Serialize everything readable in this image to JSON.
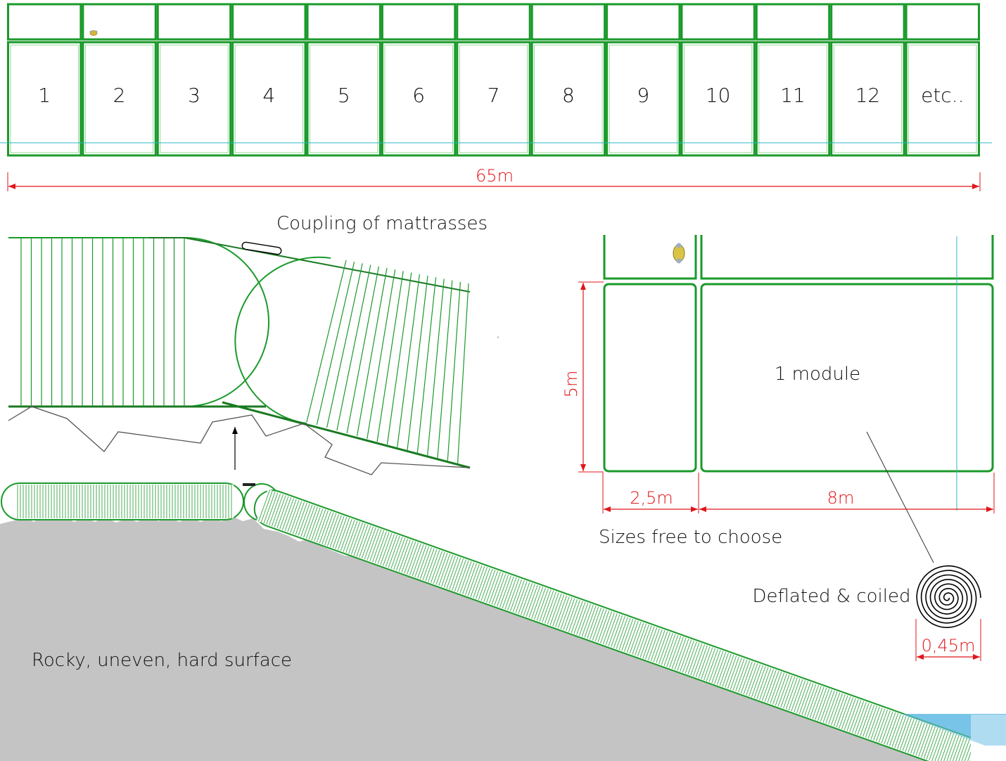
{
  "modules_row": {
    "labels": [
      "1",
      "2",
      "3",
      "4",
      "5",
      "6",
      "7",
      "8",
      "9",
      "10",
      "11",
      "12",
      "etc.."
    ],
    "total_length": "65m"
  },
  "coupling": {
    "title": "Coupling of mattrasses"
  },
  "module_detail": {
    "module_label": "1 module",
    "height_label": "5m",
    "narrow_width_label": "2,5m",
    "wide_width_label": "8m",
    "note": "Sizes free to choose"
  },
  "coil": {
    "label": "Deflated & coiled",
    "diameter_label": "0,45m"
  },
  "terrain": {
    "label": "Rocky, uneven, hard surface"
  },
  "colors": {
    "mattress": "#1a9a2a",
    "dimension": "#e0161b",
    "rock": "#c4c4c4",
    "water": "#6fc0e6"
  }
}
